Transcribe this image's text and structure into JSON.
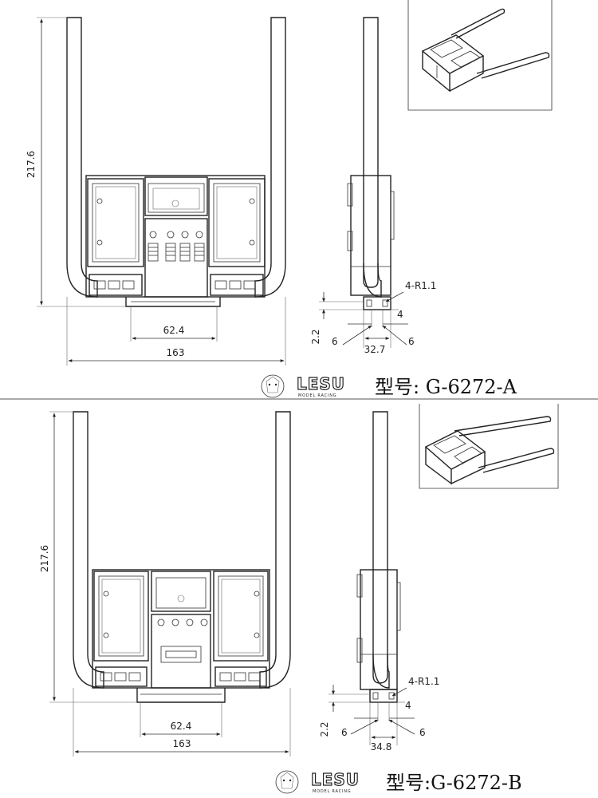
{
  "sheets": [
    {
      "model_label": "型号: G-6272-A",
      "brand": "LESU",
      "brand_sub": "MODEL RACING",
      "dims": {
        "height": "217.6",
        "mount_width": "62.4",
        "overall_width": "163",
        "radius": "4-R1.1",
        "side_4": "4",
        "side_2_2": "2.2",
        "side_6_left": "6",
        "side_6_right": "6",
        "side_width": "32.7"
      }
    },
    {
      "model_label": "型号:G-6272-B",
      "brand": "LESU",
      "brand_sub": "MODEL RACING",
      "dims": {
        "height": "217.6",
        "mount_width": "62.4",
        "overall_width": "163",
        "radius": "4-R1.1",
        "side_4": "4",
        "side_2_2": "2.2",
        "side_6_left": "6",
        "side_6_right": "6",
        "side_width": "34.8"
      }
    }
  ]
}
